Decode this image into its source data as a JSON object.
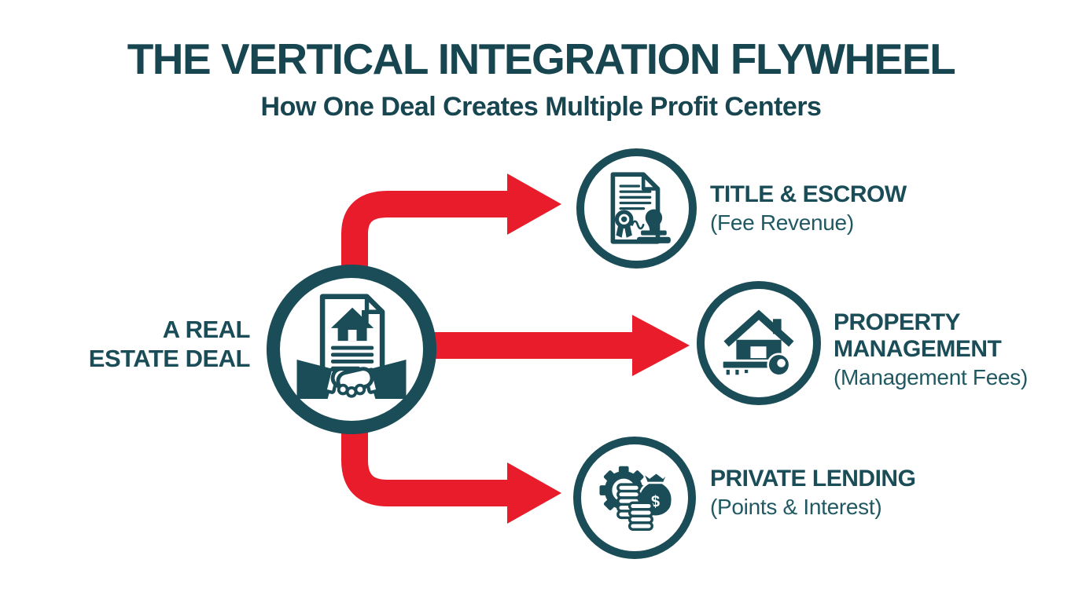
{
  "title": "THE VERTICAL INTEGRATION FLYWHEEL",
  "subtitle": "How One Deal Creates Multiple Profit Centers",
  "colors": {
    "teal": "#1a4d57",
    "teal_dark": "#174650",
    "teal_sub": "#215963",
    "red": "#e81c2a",
    "background": "#ffffff"
  },
  "hub": {
    "label_line1": "A REAL",
    "label_line2": "ESTATE DEAL",
    "icon": "real-estate-deal-handshake-icon"
  },
  "spokes": [
    {
      "id": "title-escrow",
      "label": "TITLE & ESCROW",
      "sublabel": "(Fee Revenue)",
      "icon": "certificate-stamp-icon"
    },
    {
      "id": "property-management",
      "label": "PROPERTY MANAGEMENT",
      "sublabel": "(Management Fees)",
      "icon": "house-key-icon"
    },
    {
      "id": "private-lending",
      "label": "PRIVATE LENDING",
      "sublabel": "(Points & Interest)",
      "icon": "gear-coins-moneybag-icon"
    }
  ]
}
